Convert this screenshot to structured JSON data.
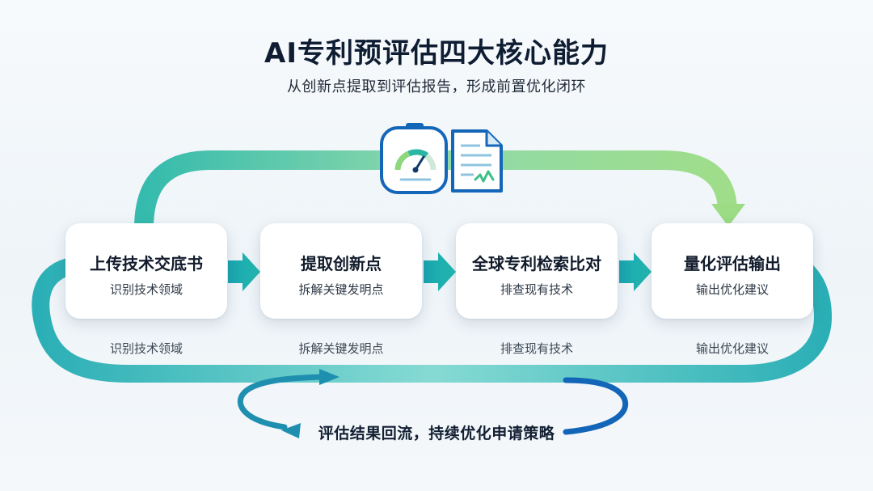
{
  "title": "AI专利预评估四大核心能力",
  "subtitle": "从创新点提取到评估报告，形成前置优化闭环",
  "steps": [
    {
      "title": "上传技术交底书",
      "subtitle": "识别技术领域",
      "below": "识别技术领域"
    },
    {
      "title": "提取创新点",
      "subtitle": "拆解关键发明点",
      "below": "拆解关键发明点"
    },
    {
      "title": "全球专利检索比对",
      "subtitle": "排查现有技术",
      "below": "排查现有技术"
    },
    {
      "title": "量化评估输出",
      "subtitle": "输出优化建议",
      "below": "输出优化建议"
    }
  ],
  "loop_label": "评估结果回流，持续优化申请策略",
  "icons": [
    "gauge-icon",
    "report-document-icon"
  ],
  "colors": {
    "teal": "#1fb0a8",
    "green": "#8fd88a",
    "blue": "#1466b8",
    "navy": "#0f1d33"
  }
}
